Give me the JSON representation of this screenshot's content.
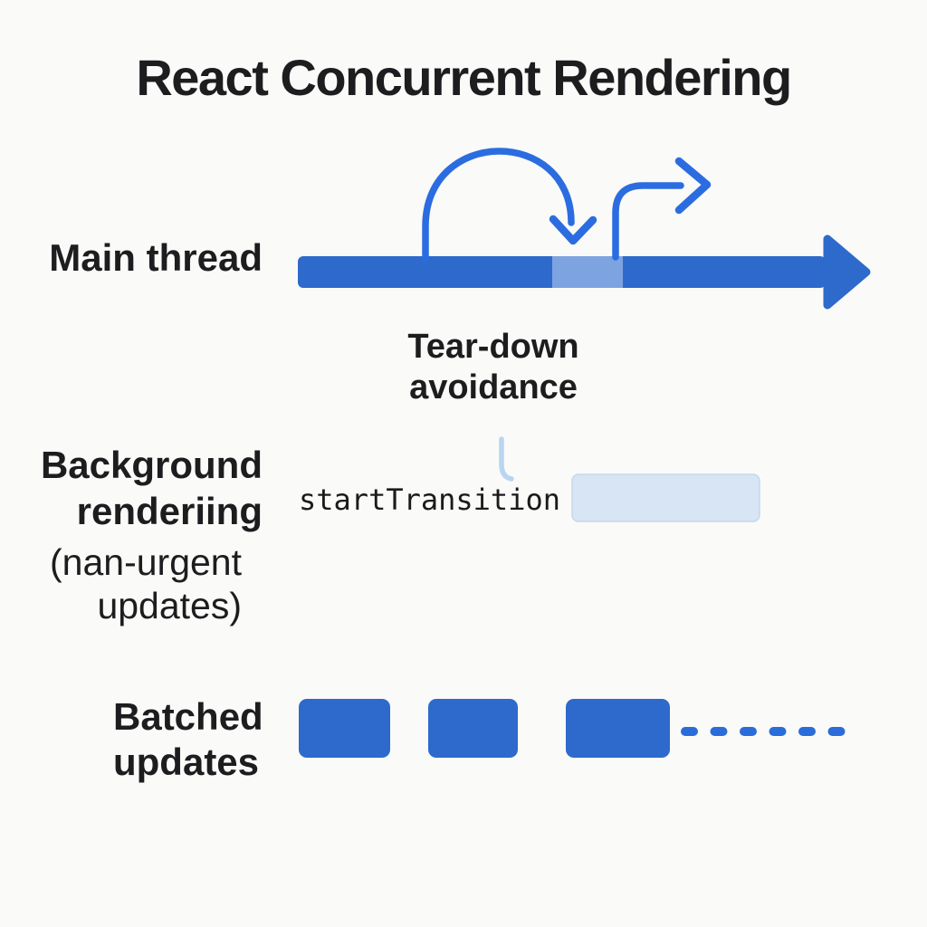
{
  "title": "React Concurrent Rendering",
  "diagram": {
    "main_thread": {
      "label": "Main thread"
    },
    "teardown": {
      "line1": "Tear-down",
      "line2": "avoidance"
    },
    "background_rendering": {
      "line1": "Background",
      "line2": "renderiing",
      "line3": "(nan-urgent",
      "line4": "updates)"
    },
    "transition": {
      "code_label": "startTransition"
    },
    "batched": {
      "line1": "Batched",
      "line2": "updates"
    }
  },
  "colors": {
    "background": "#fafaf8",
    "text": "#1d1d1f",
    "bar": "#2d6acb",
    "bar-light": "#7da4e0",
    "arrow": "#2b6de0",
    "pale-curve": "#b9d6ef",
    "pale-rect": "#d7e5f4",
    "dash": "#2a6cd9"
  }
}
